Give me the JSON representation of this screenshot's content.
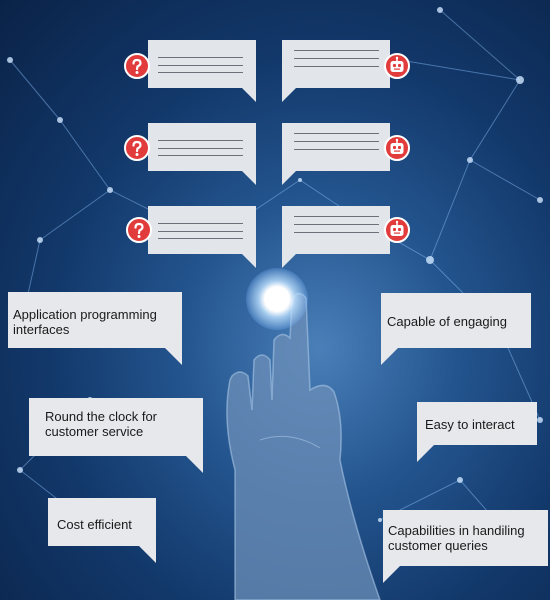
{
  "accent_color": "#e23b3b",
  "icons": {
    "question": "question-mark-icon",
    "robot": "robot-icon"
  },
  "callouts": {
    "api": "Application programming interfaces",
    "engaging": "Capable of engaging",
    "round_clock": "Round the clock for customer service",
    "easy": "Easy to interact",
    "cost": "Cost efficient",
    "queries": "Capabilities in handiling customer queries"
  }
}
